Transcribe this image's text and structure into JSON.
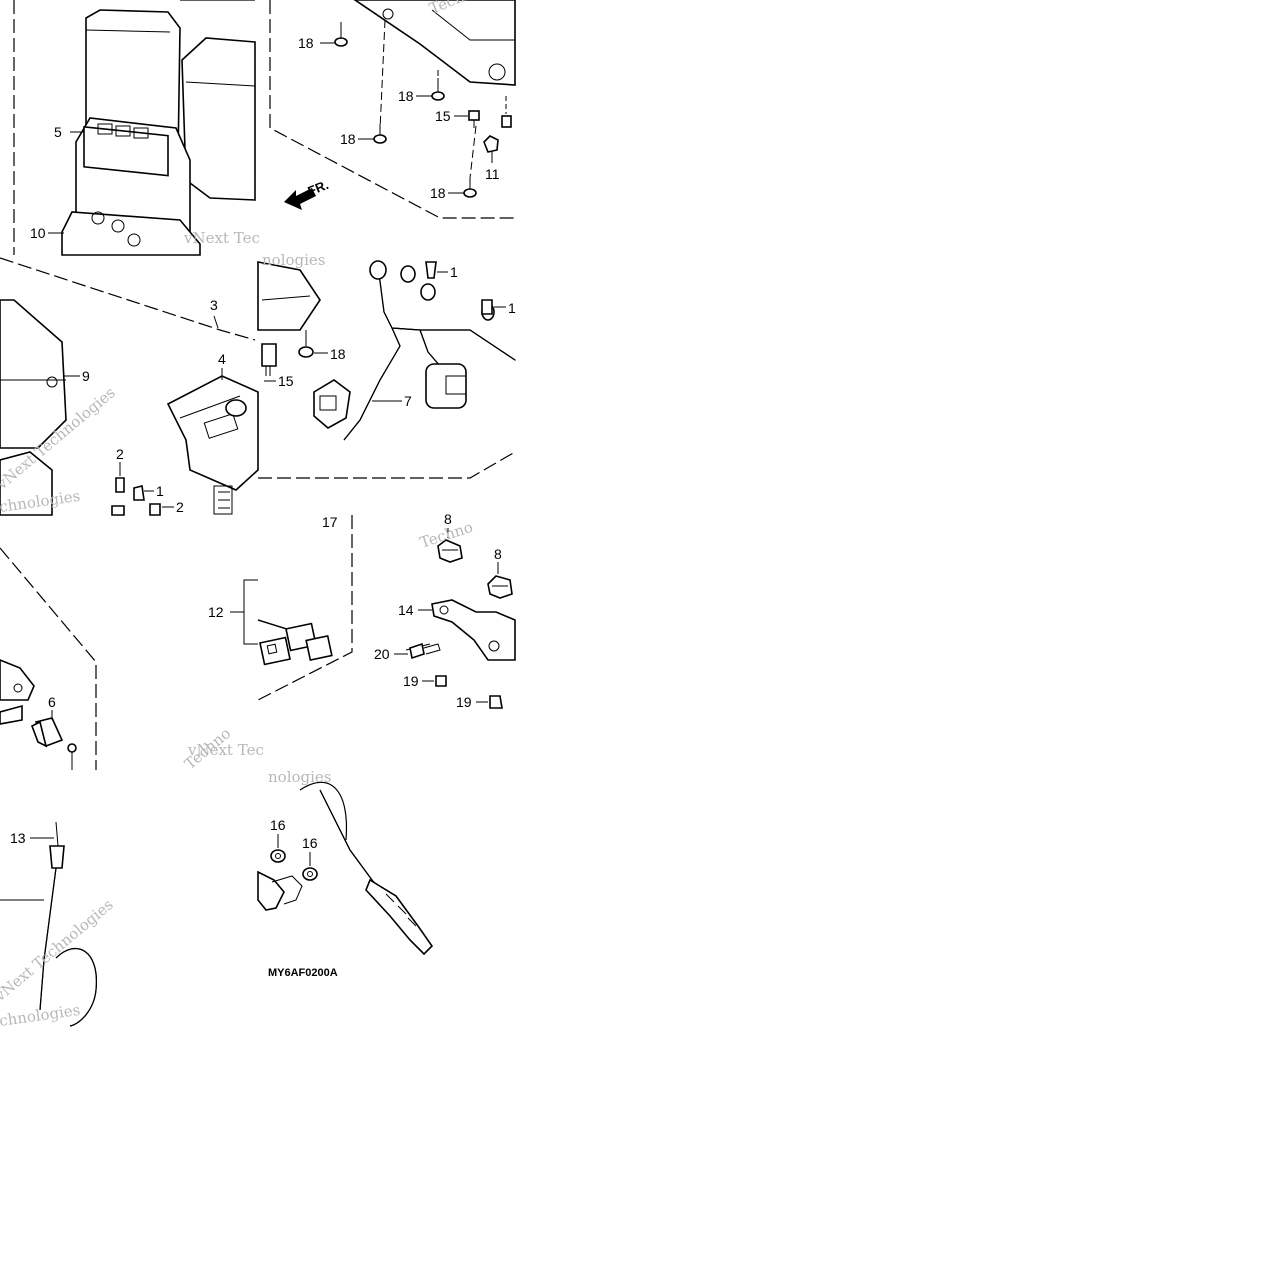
{
  "diagram": {
    "code": "MY6AF0200A",
    "direction_label": "FR.",
    "watermark_1": "vNext Technologies",
    "watermark_2": "Techno",
    "watermark_3": "vNext Tec",
    "watermark_4": "nologies",
    "watermark_5": "chnologies",
    "callouts": {
      "c1": "18",
      "c2": "18",
      "c3": "18",
      "c4": "15",
      "c5": "18",
      "c6": "11",
      "c7": "5",
      "c8": "10",
      "c9": "3",
      "c10": "9",
      "c11": "4",
      "c12": "2",
      "c13": "1",
      "c14": "2",
      "c15": "1",
      "c16": "1",
      "c17": "18",
      "c18": "15",
      "c19": "7",
      "c20": "17",
      "c21": "12",
      "c22": "8",
      "c23": "8",
      "c24": "14",
      "c25": "20",
      "c26": "19",
      "c27": "19",
      "c28": "6",
      "c29": "13",
      "c30": "16",
      "c31": "16"
    }
  }
}
